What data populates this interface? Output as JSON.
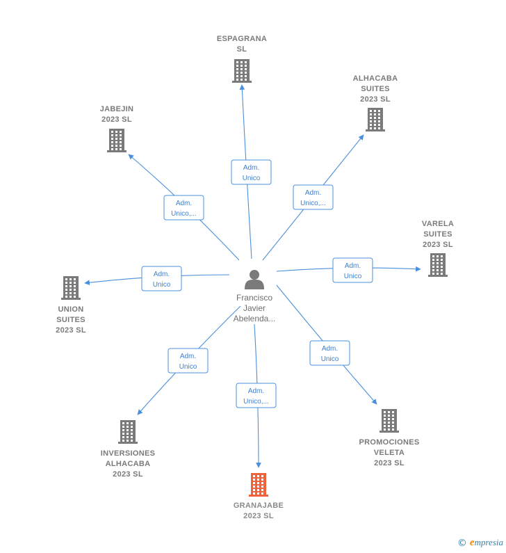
{
  "center": {
    "icon": "person-icon",
    "lines": [
      "Francisco",
      "Javier",
      "Abelenda..."
    ]
  },
  "companies": [
    {
      "id": "espagrana",
      "lines": [
        "ESPAGRANA",
        "SL"
      ],
      "edge": [
        "Adm.",
        "Unico"
      ],
      "highlight": false
    },
    {
      "id": "alhacaba-suites",
      "lines": [
        "ALHACABA",
        "SUITES",
        "2023  SL"
      ],
      "edge": [
        "Adm.",
        "Unico,..."
      ],
      "highlight": false
    },
    {
      "id": "jabejin",
      "lines": [
        "JABEJIN",
        "2023  SL"
      ],
      "edge": [
        "Adm.",
        "Unico,..."
      ],
      "highlight": false
    },
    {
      "id": "varela-suites",
      "lines": [
        "VARELA",
        "SUITES",
        "2023  SL"
      ],
      "edge": [
        "Adm.",
        "Unico"
      ],
      "highlight": false
    },
    {
      "id": "union-suites",
      "lines": [
        "UNION",
        "SUITES",
        "2023  SL"
      ],
      "edge": [
        "Adm.",
        "Unico"
      ],
      "highlight": false
    },
    {
      "id": "promociones-veleta",
      "lines": [
        "PROMOCIONES",
        "VELETA",
        "2023  SL"
      ],
      "edge": [
        "Adm.",
        "Unico"
      ],
      "highlight": false
    },
    {
      "id": "inversiones-alhacaba",
      "lines": [
        "INVERSIONES",
        "ALHACABA",
        "2023  SL"
      ],
      "edge": [
        "Adm.",
        "Unico"
      ],
      "highlight": false
    },
    {
      "id": "granajabe",
      "lines": [
        "GRANAJABE",
        "2023  SL"
      ],
      "edge": [
        "Adm.",
        "Unico,..."
      ],
      "highlight": true
    }
  ],
  "colors": {
    "building": "#7a7a7a",
    "building_highlight": "#f0623a",
    "person": "#7a7a7a",
    "edge": "#4a8fdc"
  },
  "footer": {
    "copyright": "©",
    "brand_initial": "e",
    "brand_rest": "mpresia"
  }
}
